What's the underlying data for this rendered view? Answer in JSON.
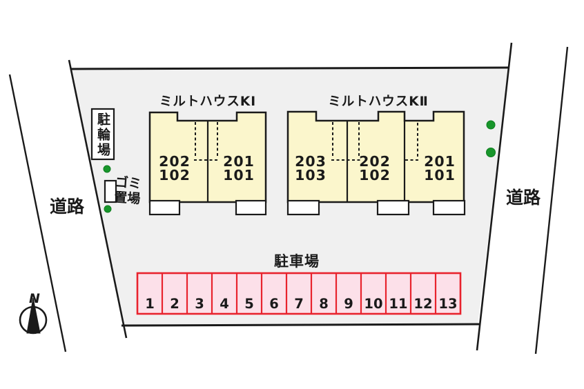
{
  "site": {
    "buildings": [
      {
        "name": "ミルトハウスKⅠ",
        "units": [
          {
            "text": "202\n102"
          },
          {
            "text": "201\n101"
          }
        ]
      },
      {
        "name": "ミルトハウスKⅡ",
        "units": [
          {
            "text": "203\n103"
          },
          {
            "text": "202\n102"
          },
          {
            "text": "201\n101"
          }
        ]
      }
    ],
    "bicycle_parking": {
      "label": "駐輪場"
    },
    "garbage_area": {
      "label": "ゴミ\n置場"
    },
    "roads": {
      "left_label": "道路",
      "right_label": "道路"
    },
    "parking": {
      "label": "駐車場",
      "stalls": [
        "1",
        "2",
        "3",
        "4",
        "5",
        "6",
        "7",
        "8",
        "9",
        "10",
        "11",
        "12",
        "13"
      ]
    },
    "compass": {
      "north_label": "N"
    }
  },
  "colors": {
    "site_fill": "#F0F0F0",
    "building_fill": "#FBF6CC",
    "outline": "#1A1A1A",
    "parking_fill": "#FCE0E9",
    "parking_border": "#E8232D",
    "tree_green": "#18962B"
  }
}
